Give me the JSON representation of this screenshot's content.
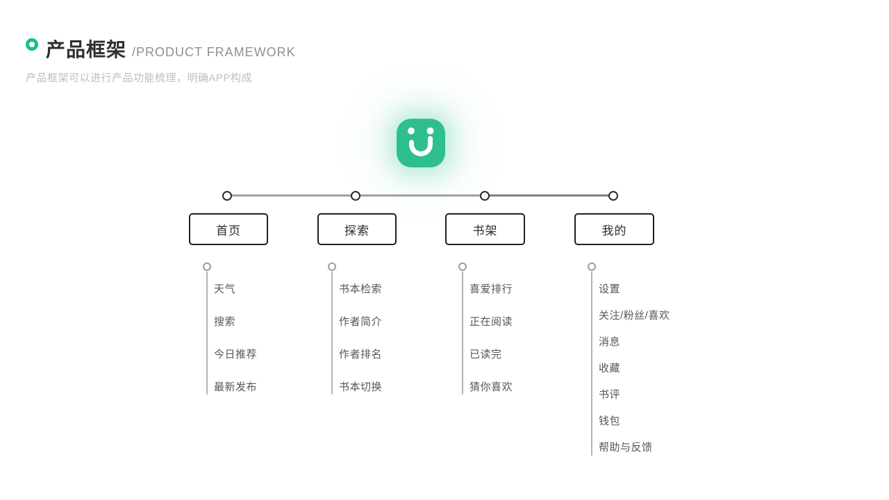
{
  "header": {
    "title_zh": "产品框架",
    "title_en": "/PRODUCT FRAMEWORK",
    "subtitle": "产品框架可以进行产品功能梳理，明确APP构成",
    "bullet_icon": "green-ring-icon"
  },
  "logo": {
    "icon": "smiley-app-logo",
    "color": "#2fbe8f"
  },
  "colors": {
    "accent_green": "#2fbe8f",
    "node_border": "#1f1f1f",
    "timeline_line": "#a0a0a0",
    "branch_line": "#b3b3b3"
  },
  "framework": {
    "nodes": [
      {
        "label": "首页",
        "children": [
          "天气",
          "搜索",
          "今日推荐",
          "最新发布"
        ]
      },
      {
        "label": "探索",
        "children": [
          "书本检索",
          "作者简介",
          "作者排名",
          "书本切换"
        ]
      },
      {
        "label": "书架",
        "children": [
          "喜爱排行",
          "正在阅读",
          "已读完",
          "猜你喜欢"
        ]
      },
      {
        "label": "我的",
        "children": [
          "设置",
          "关注/粉丝/喜欢",
          "消息",
          "收藏",
          "书评",
          "钱包",
          "帮助与反馈"
        ]
      }
    ]
  }
}
